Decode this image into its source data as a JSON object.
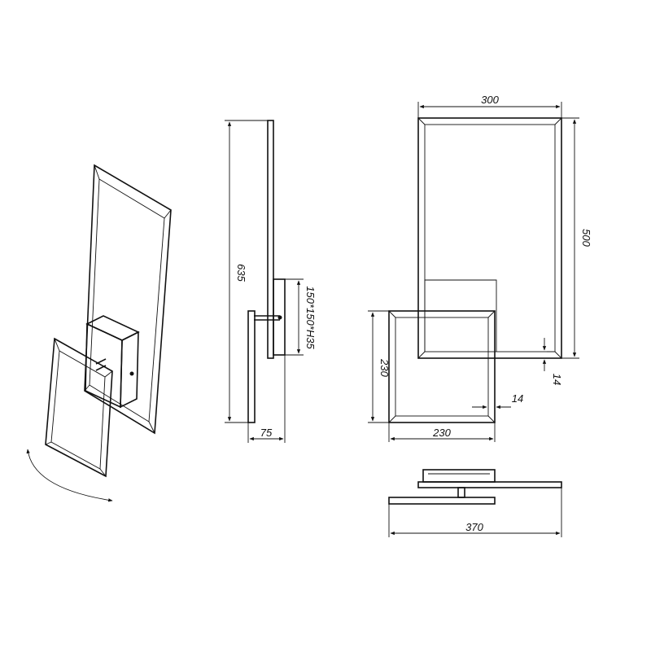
{
  "dimensions": {
    "height_total": "635",
    "base_size": "150*150*H35",
    "depth": "75",
    "width_large": "300",
    "height_large": "500",
    "width_small": "230",
    "height_small": "230",
    "offset_vertical": "14",
    "offset_horizontal": "14",
    "width_total": "370"
  },
  "colors": {
    "stroke": "#111111",
    "background": "#ffffff"
  },
  "icons": {
    "rotation": "rotate-arrow-icon"
  }
}
